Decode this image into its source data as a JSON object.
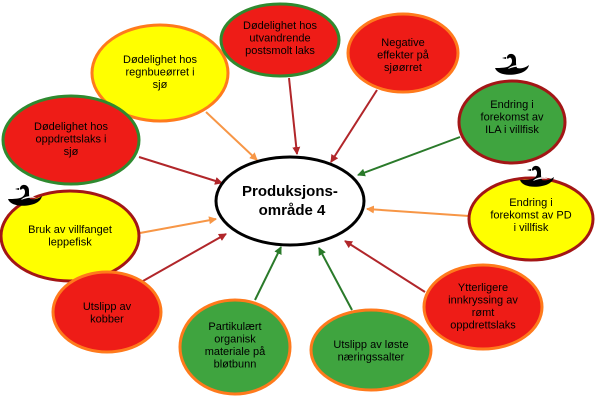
{
  "colors": {
    "red": "#ee1c17",
    "orange": "#ff6b1a",
    "yellow": "#ffff00",
    "green": "#3fa43f",
    "border_dark_red": "#a31616",
    "border_orange": "#ff7a1c",
    "border_green": "#2f8a2f",
    "arrow_red": "#b1262a",
    "arrow_orange": "#f79646",
    "arrow_green": "#2a7a2a",
    "center_fill": "#ffffff",
    "center_border": "#000000"
  },
  "center": {
    "lines": [
      "Produksjons-",
      "område 4"
    ]
  },
  "nodes": [
    {
      "id": "dodelighet-regnbueorret",
      "lines": [
        "Dødelighet hos",
        "regnbueørret i",
        "sjø"
      ],
      "fill": "yellow",
      "border": "orange",
      "arrow": "orange",
      "icon": null
    },
    {
      "id": "dodelighet-postsmolt",
      "lines": [
        "Dødelighet hos",
        "utvandrende",
        "postsmolt laks"
      ],
      "fill": "red",
      "border": "green",
      "arrow": "red",
      "icon": null
    },
    {
      "id": "negative-effekter-sjoorret",
      "lines": [
        "Negative",
        "effekter på",
        "sjøørret"
      ],
      "fill": "red",
      "border": "orange",
      "arrow": "red",
      "icon": null
    },
    {
      "id": "endring-ila",
      "lines": [
        "Endring i",
        "forekomst av",
        "ILA i villfisk"
      ],
      "fill": "green",
      "border": "dark_red",
      "arrow": "green",
      "icon": "black-swan-icon"
    },
    {
      "id": "dodelighet-oppdrettslaks",
      "lines": [
        "Dødelighet hos",
        "oppdrettslaks i",
        "sjø"
      ],
      "fill": "red",
      "border": "green",
      "arrow": "red",
      "icon": null
    },
    {
      "id": "endring-pd",
      "lines": [
        "Endring i",
        "forekomst av PD",
        "i villfisk"
      ],
      "fill": "yellow",
      "border": "dark_red",
      "arrow": "orange",
      "icon": "black-swan-icon"
    },
    {
      "id": "bruk-leppefisk",
      "lines": [
        "Bruk av villfanget",
        "leppefisk"
      ],
      "fill": "yellow",
      "border": "dark_red",
      "arrow": "orange",
      "icon": "black-swan-icon"
    },
    {
      "id": "ytterligere-innkryssing",
      "lines": [
        "Ytterligere",
        "innkryssing av",
        "rømt",
        "oppdrettslaks"
      ],
      "fill": "red",
      "border": "orange",
      "arrow": "red",
      "icon": null
    },
    {
      "id": "utslipp-kobber",
      "lines": [
        "Utslipp av",
        "kobber"
      ],
      "fill": "red",
      "border": "orange",
      "arrow": "red",
      "icon": null
    },
    {
      "id": "partikulaert-materiale",
      "lines": [
        "Partikulært",
        "organisk",
        "materiale på",
        "bløtbunn"
      ],
      "fill": "green",
      "border": "orange",
      "arrow": "green",
      "icon": null
    },
    {
      "id": "utslipp-naeringssalter",
      "lines": [
        "Utslipp av løste",
        "næringssalter"
      ],
      "fill": "green",
      "border": "orange",
      "arrow": "green",
      "icon": null
    }
  ]
}
